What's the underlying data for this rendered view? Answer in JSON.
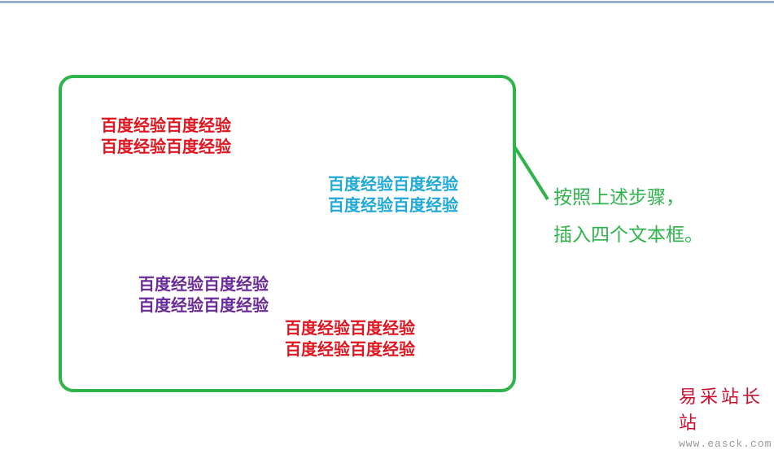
{
  "text_boxes": [
    {
      "lines": [
        "百度经验百度经验",
        "百度经验百度经验"
      ],
      "color": "#e0141e"
    },
    {
      "lines": [
        "百度经验百度经验",
        "百度经验百度经验"
      ],
      "color": "#1fa8d8"
    },
    {
      "lines": [
        "百度经验百度经验",
        "百度经验百度经验"
      ],
      "color": "#6a2a9a"
    },
    {
      "lines": [
        "百度经验百度经验",
        "百度经验百度经验"
      ],
      "color": "#e0141e"
    }
  ],
  "callout": {
    "lines": [
      "按照上述步骤，",
      "插入四个文本框。"
    ],
    "color": "#2fb34b"
  },
  "watermark": {
    "title": "易采站长站",
    "url": "www.easck.com"
  }
}
